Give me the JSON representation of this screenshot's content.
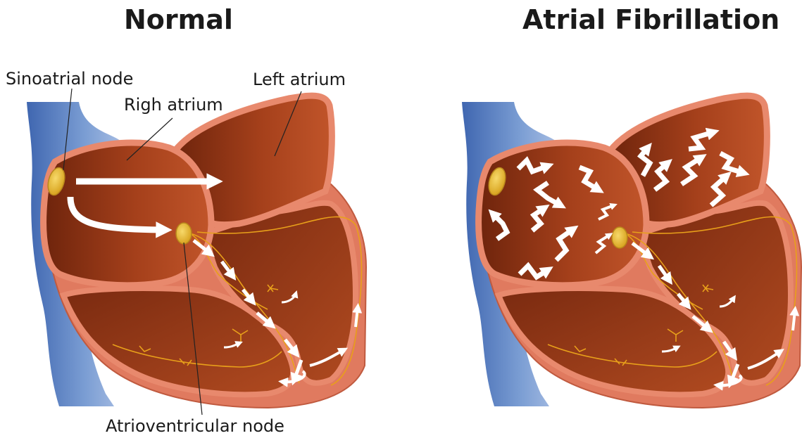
{
  "titles": {
    "normal": "Normal",
    "af": "Atrial Fibrillation"
  },
  "labels": {
    "sinoatrial_node": "Sinoatrial node",
    "right_atrium": "Righ atrium",
    "left_atrium": "Left atrium",
    "atrioventricular_node": "Atrioventricular node"
  },
  "colors": {
    "vessel": "#6f92c8",
    "muscle": "#e07a5f",
    "chamber_dark": "#7a2a10",
    "chamber_mid": "#a8401c",
    "node": "#e6b93a",
    "conduction": "#e8a01a",
    "arrow": "#ffffff"
  }
}
